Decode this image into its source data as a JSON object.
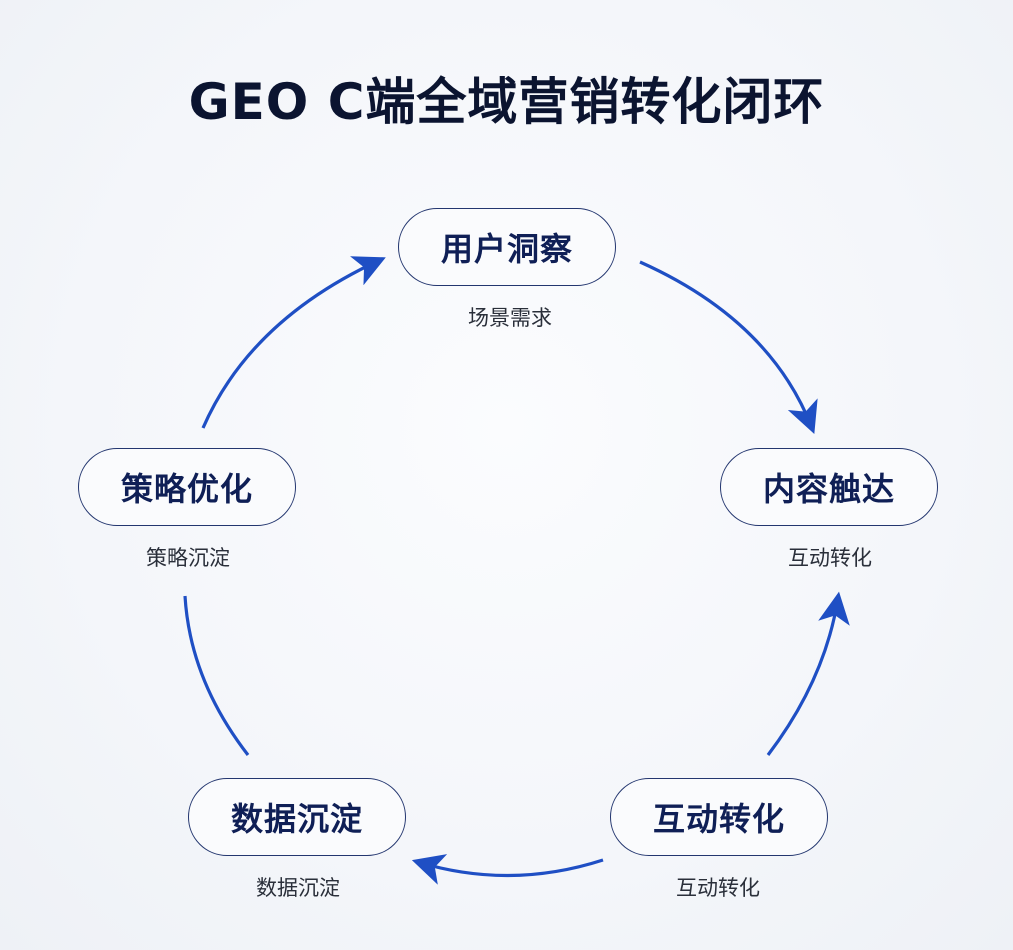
{
  "title": "GEO C端全域营销转化闭环",
  "nodes": [
    {
      "label": "用户洞察",
      "caption": "场景需求"
    },
    {
      "label": "内容触达",
      "caption": "互动转化"
    },
    {
      "label": "互动转化",
      "caption": "互动转化"
    },
    {
      "label": "数据沉淀",
      "caption": "数据沉淀"
    },
    {
      "label": "策略优化",
      "caption": "策略沉淀"
    }
  ],
  "colors": {
    "arrow": "#1f4fc4",
    "node_border": "#23366f",
    "node_text": "#0f1f56",
    "title": "#0b1430"
  },
  "flow_direction": "clockwise"
}
